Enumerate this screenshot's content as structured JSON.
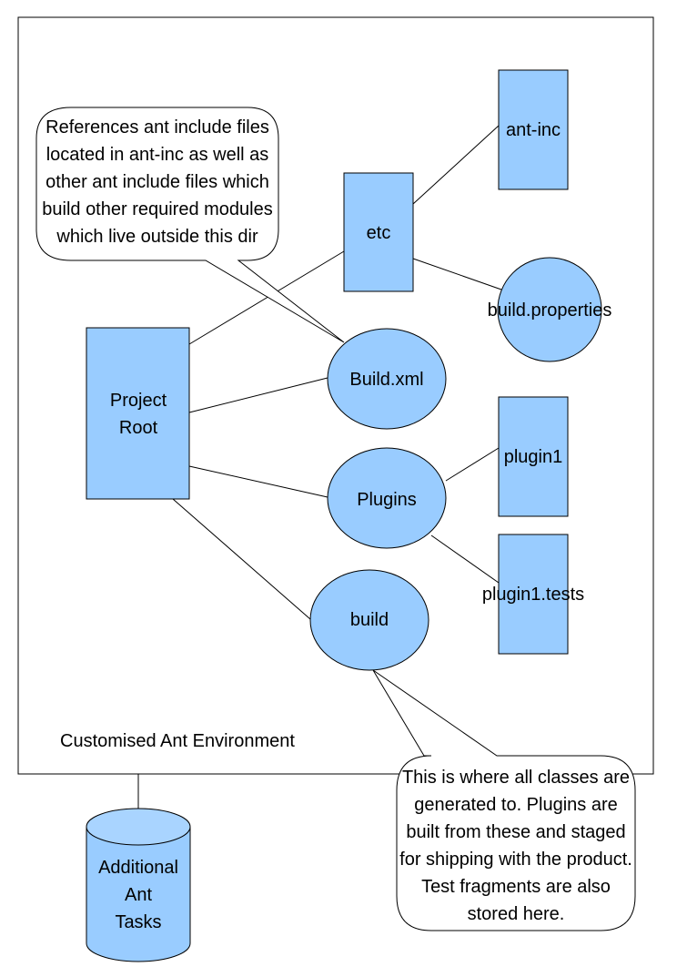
{
  "colors": {
    "node_fill": "#99ccff",
    "stroke": "#000000",
    "background": "#ffffff"
  },
  "container": {
    "label": "Customised Ant Environment"
  },
  "nodes": {
    "project_root": {
      "lines": [
        "Project",
        "Root"
      ]
    },
    "etc": {
      "label": "etc"
    },
    "ant_inc": {
      "label": "ant-inc"
    },
    "build_properties": {
      "label": "build.properties"
    },
    "build_xml": {
      "label": "Build.xml"
    },
    "plugins": {
      "label": "Plugins"
    },
    "plugin1": {
      "label": "plugin1"
    },
    "plugin1_tests": {
      "label": "plugin1.tests"
    },
    "build": {
      "label": "build"
    },
    "additional_ant_tasks": {
      "lines": [
        "Additional",
        "Ant",
        "Tasks"
      ]
    }
  },
  "callouts": {
    "build_xml_note": {
      "lines": [
        "References ant include files",
        "located in ant-inc as well as",
        "other ant include files which",
        "build other required modules",
        "which live outside this dir"
      ]
    },
    "build_note": {
      "lines": [
        "This is where all classes are",
        "generated to. Plugins are",
        "built from these and staged",
        "for shipping with the product.",
        "Test fragments are also",
        "stored here."
      ]
    }
  }
}
